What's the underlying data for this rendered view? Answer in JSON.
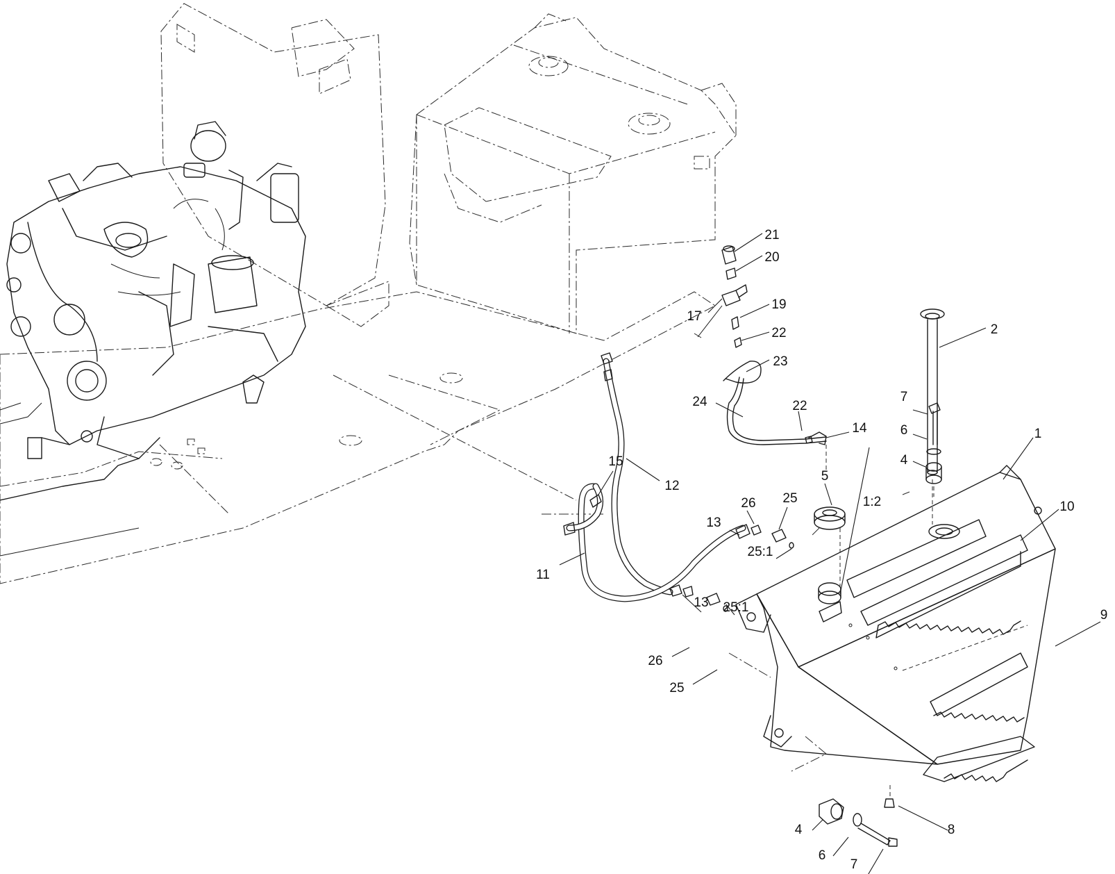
{
  "diagram": {
    "callouts": [
      {
        "id": "c-21a",
        "text": "21"
      },
      {
        "id": "c-20",
        "text": "20"
      },
      {
        "id": "c-19",
        "text": "19"
      },
      {
        "id": "c-17",
        "text": "17"
      },
      {
        "id": "c-22a",
        "text": "22"
      },
      {
        "id": "c-23",
        "text": "23"
      },
      {
        "id": "c-2",
        "text": "2"
      },
      {
        "id": "c-24",
        "text": "24"
      },
      {
        "id": "c-22b",
        "text": "22"
      },
      {
        "id": "c-14",
        "text": "14"
      },
      {
        "id": "c-7a",
        "text": "7"
      },
      {
        "id": "c-6a",
        "text": "6"
      },
      {
        "id": "c-4a",
        "text": "4"
      },
      {
        "id": "c-1",
        "text": "1"
      },
      {
        "id": "c-15",
        "text": "15"
      },
      {
        "id": "c-12",
        "text": "12"
      },
      {
        "id": "c-5",
        "text": "5"
      },
      {
        "id": "c-12b",
        "text": "1:2"
      },
      {
        "id": "c-10",
        "text": "10"
      },
      {
        "id": "c-26a",
        "text": "26"
      },
      {
        "id": "c-25a",
        "text": "25"
      },
      {
        "id": "c-13a",
        "text": "13"
      },
      {
        "id": "c-251a",
        "text": "25:1"
      },
      {
        "id": "c-11",
        "text": "11"
      },
      {
        "id": "c-13b",
        "text": "13"
      },
      {
        "id": "c-251b",
        "text": "25:1"
      },
      {
        "id": "c-9",
        "text": "9"
      },
      {
        "id": "c-26b",
        "text": "26"
      },
      {
        "id": "c-25b",
        "text": "25"
      },
      {
        "id": "c-4b",
        "text": "4"
      },
      {
        "id": "c-8",
        "text": "8"
      },
      {
        "id": "c-6b",
        "text": "6"
      },
      {
        "id": "c-7b",
        "text": "7"
      }
    ]
  }
}
